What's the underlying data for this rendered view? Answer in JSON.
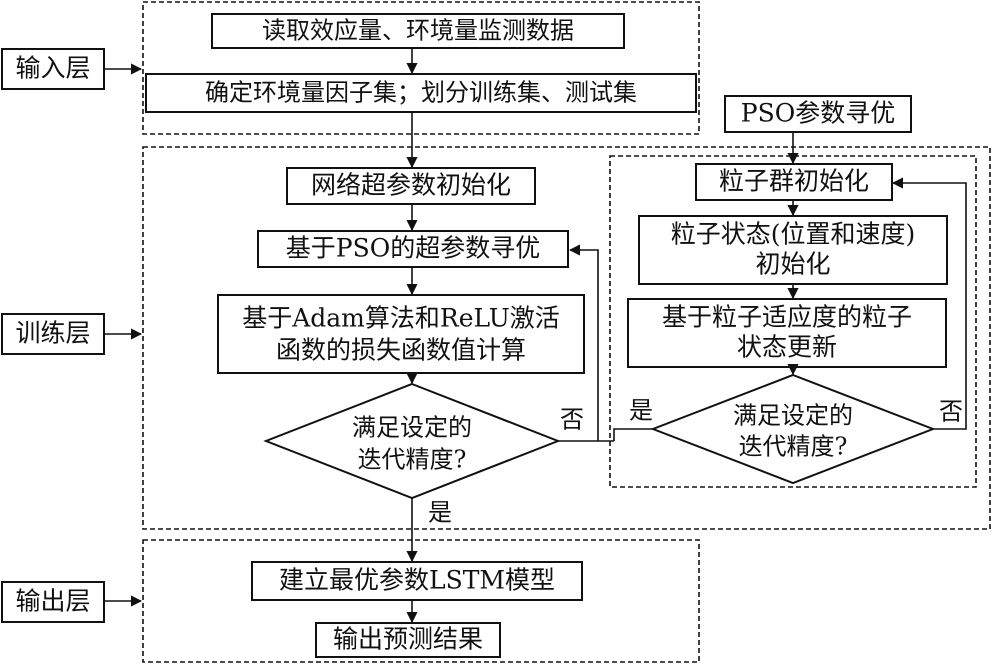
{
  "layers": {
    "input": "输入层",
    "train": "训练层",
    "output": "输出层"
  },
  "input_steps": {
    "read_data": "读取效应量、环境量监测数据",
    "factor_split": "确定环境量因子集；划分训练集、测试集"
  },
  "train_steps": {
    "hyper_init": "网络超参数初始化",
    "pso_search": "基于PSO的超参数寻优",
    "loss_line1": "基于Adam算法和ReLU激活",
    "loss_line2": "函数的损失函数值计算",
    "decision_line1": "满足设定的",
    "decision_line2": "迭代精度?"
  },
  "pso": {
    "title": "PSO参数寻优",
    "swarm_init": "粒子群初始化",
    "state_init_line1": "粒子状态(位置和速度)",
    "state_init_line2": "初始化",
    "state_update_line1": "基于粒子适应度的粒子",
    "state_update_line2": "状态更新",
    "decision_line1": "满足设定的",
    "decision_line2": "迭代精度?"
  },
  "output_steps": {
    "build_model": "建立最优参数LSTM模型",
    "predict": "输出预测结果"
  },
  "edge_labels": {
    "no": "否",
    "yes": "是"
  }
}
